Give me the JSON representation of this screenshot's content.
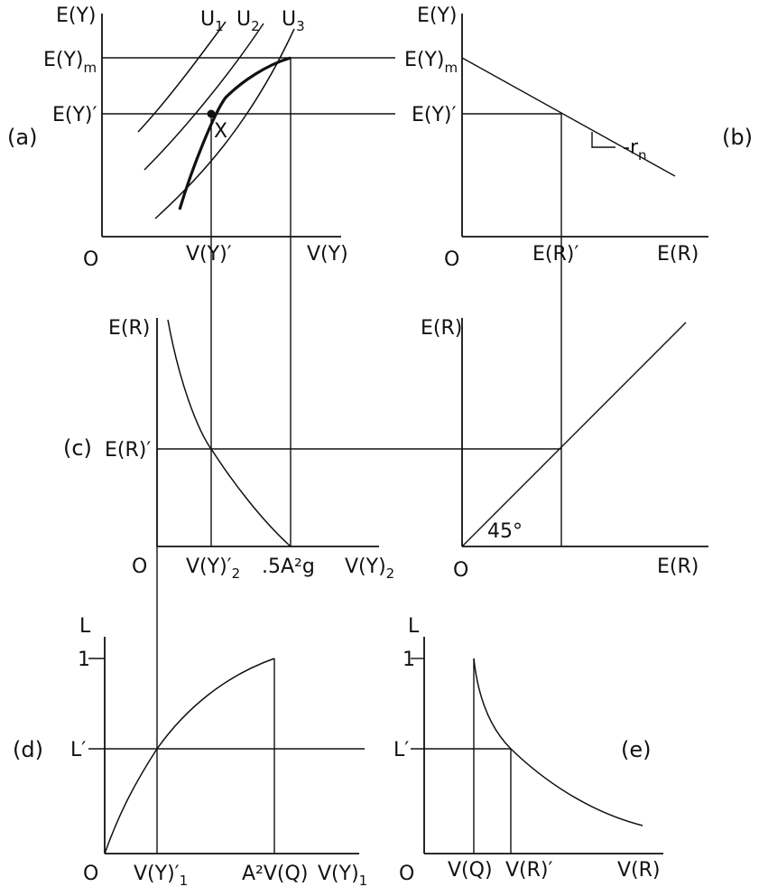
{
  "panels": {
    "a": {
      "label": "(a)",
      "y_axis": "E(Y)",
      "x_axis": "V(Y)",
      "origin": "O",
      "y_ticks": [
        "E(Y)",
        "m",
        "E(Y)′"
      ],
      "x_tick": "V(Y)′",
      "curves": [
        {
          "base": "U",
          "sub": "1"
        },
        {
          "base": "U",
          "sub": "2"
        },
        {
          "base": "U",
          "sub": "3"
        }
      ],
      "point": "X"
    },
    "b": {
      "label": "(b)",
      "y_axis": "E(Y)",
      "x_axis": "E(R)",
      "origin": "O",
      "y_ticks": [
        "E(Y)",
        "m",
        "E(Y)′"
      ],
      "x_tick": "E(R)′",
      "slope_label": "-r",
      "slope_sub": "n"
    },
    "c": {
      "label": "(c)",
      "y_axis": "E(R)",
      "x_axis": "V(Y)",
      "x_axis_sub": "2",
      "origin": "O",
      "y_tick": "E(R)′",
      "x_tick": "V(Y)′",
      "x_tick_sub": "2",
      "x_tick2": ".5A²g"
    },
    "c2": {
      "y_axis": "E(R)",
      "x_axis": "E(R)",
      "origin": "O",
      "angle": "45°"
    },
    "d": {
      "label": "(d)",
      "y_axis": "L",
      "x_axis": "V(Y)",
      "x_axis_sub": "1",
      "origin": "O",
      "y_ticks": [
        "1",
        "L′"
      ],
      "x_tick": "V(Y)′",
      "x_tick_sub": "1",
      "x_tick2": "A²V(Q)"
    },
    "e": {
      "label": "(e)",
      "y_axis": "L",
      "x_axis": "V(R)",
      "origin": "O",
      "y_ticks": [
        "1",
        "L′"
      ],
      "x_tick": "V(Q)",
      "x_tick2": "V(R)′"
    }
  }
}
